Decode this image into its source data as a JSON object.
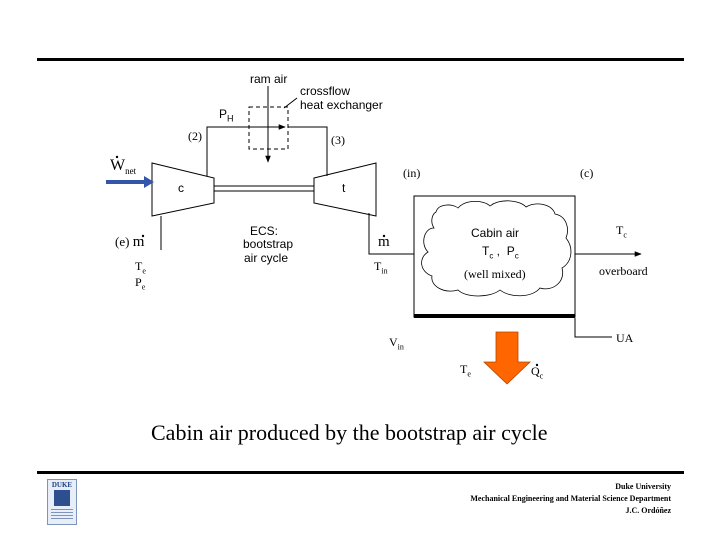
{
  "diagram": {
    "labels": {
      "ram_air": "ram air",
      "crossflow": "crossflow",
      "heat_exchanger": "heat exchanger",
      "p_h": "P",
      "p_h_sub": "H",
      "state_2": "(2)",
      "state_3": "(3)",
      "state_in": "(in)",
      "state_c": "(c)",
      "w_net": "W",
      "w_net_sub": "net",
      "compressor": "c",
      "turbine": "t",
      "ecs_line1": "ECS:",
      "ecs_line2": "bootstrap",
      "ecs_line3": "air cycle",
      "state_e": "(e)",
      "mdot": "m",
      "t_e": "T",
      "t_e_sub": "e",
      "p_e": "P",
      "p_e_sub": "e",
      "t_in": "T",
      "t_in_sub": "in",
      "cabin_air": "Cabin air",
      "t_c": "T",
      "t_c_sub": "c",
      "comma": " ,  ",
      "p_c": "P",
      "p_c_sub": "c",
      "well_mixed": "(well mixed)",
      "t_c_out": "T",
      "t_c_out_sub": "c",
      "overboard": "overboard",
      "ua": "UA",
      "v_in": "V",
      "v_in_sub": "in",
      "t_e_bottom": "T",
      "t_e_bottom_sub": "e",
      "q_c": "Q",
      "q_c_sub": "c"
    },
    "colors": {
      "heat_arrow": "#ff6600",
      "heat_arrow_edge": "#b34700",
      "work_arrow": "#3355aa"
    }
  },
  "caption": "Cabin air produced by the bootstrap air cycle",
  "footer": {
    "line1": "Duke University",
    "line2": "Mechanical Engineering and Material Science Department",
    "line3": "J.C. Ordóñez"
  },
  "logo": {
    "word": "DUKE"
  }
}
